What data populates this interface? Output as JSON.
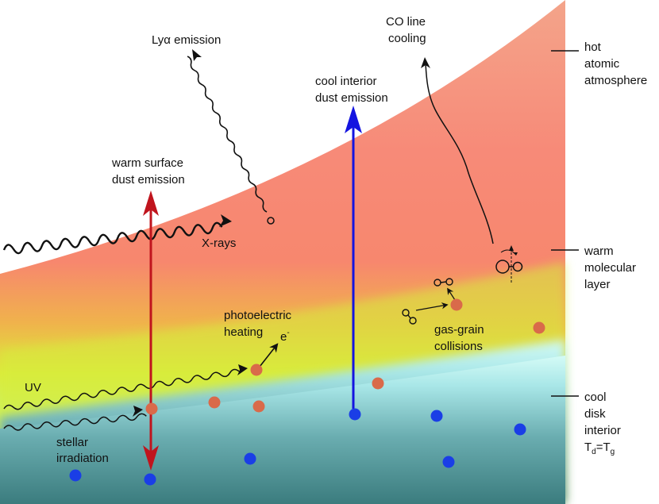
{
  "labels": {
    "lya_prefix": "Ly",
    "lya_alpha": "α",
    "lya_suffix": " emission",
    "co_line_1": "CO line",
    "co_line_2": "cooling",
    "cool_interior_1": "cool interior",
    "cool_interior_2": "dust emission",
    "warm_surface_1": "warm surface",
    "warm_surface_2": "dust emission",
    "xrays": "X-rays",
    "photoelectric_1": "photoelectric",
    "photoelectric_2": "heating",
    "electron": "e",
    "electron_sup": "-",
    "uv": "UV",
    "stellar_1": "stellar",
    "stellar_2": "irradiation",
    "gas_grain_1": "gas-grain",
    "gas_grain_2": "collisions"
  },
  "zones": {
    "hot_1": "hot",
    "hot_2": "atomic",
    "hot_3": "atmosphere",
    "warm_1": "warm",
    "warm_2": "molecular",
    "warm_3": "layer",
    "cool_1": "cool",
    "cool_2": "disk",
    "cool_3": "interior",
    "temp_T1": "T",
    "temp_sub1": "d",
    "temp_eq": "=T",
    "temp_sub2": "g"
  },
  "colors": {
    "hot_layer": "#f78a78",
    "warm_layer": "#d9ee3c",
    "cool_layer_top": "#c8f7f5",
    "cool_layer_bottom": "#3a7f80",
    "red_arrow": "#c0141d",
    "blue_arrow": "#1414e0",
    "grain_red": "#d96a4a",
    "grain_blue": "#1a3ee6"
  }
}
